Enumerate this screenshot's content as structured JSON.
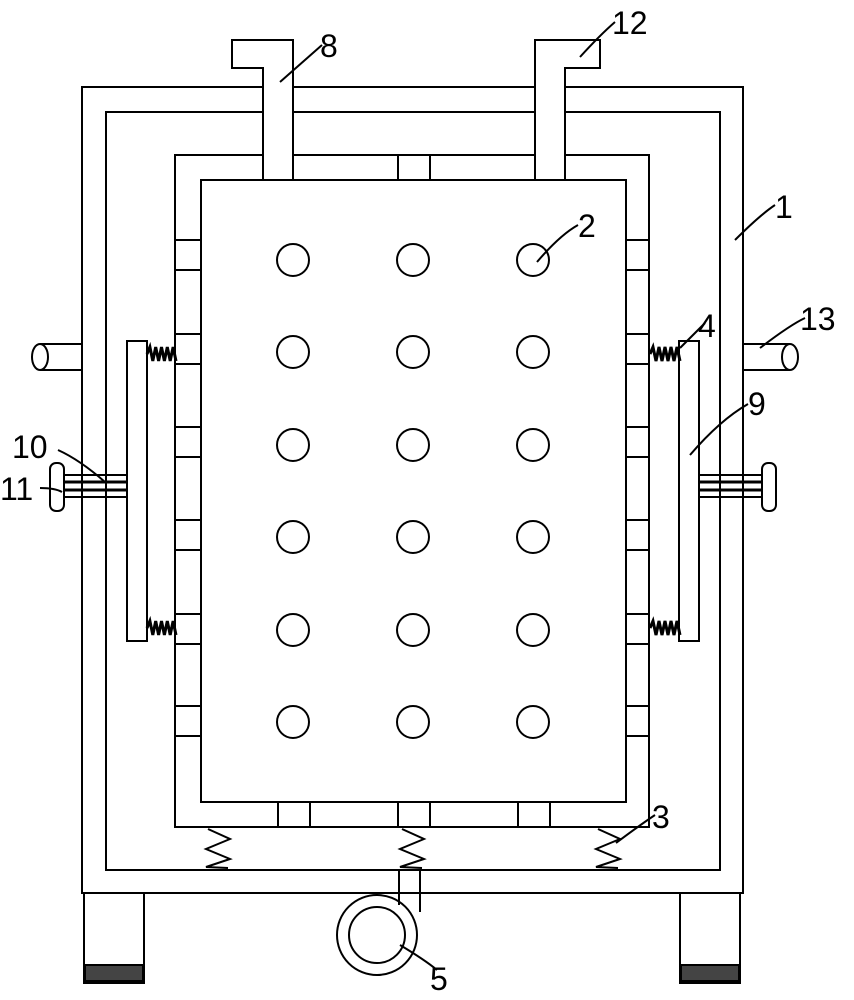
{
  "diagram": {
    "labels": [
      {
        "id": "label-1",
        "text": "1"
      },
      {
        "id": "label-2",
        "text": "2"
      },
      {
        "id": "label-3",
        "text": "3"
      },
      {
        "id": "label-4",
        "text": "4"
      },
      {
        "id": "label-5",
        "text": "5"
      },
      {
        "id": "label-8",
        "text": "8"
      },
      {
        "id": "label-9",
        "text": "9"
      },
      {
        "id": "label-10",
        "text": "10"
      },
      {
        "id": "label-11",
        "text": "11"
      },
      {
        "id": "label-12",
        "text": "12"
      },
      {
        "id": "label-13",
        "text": "13"
      }
    ],
    "hole_grid": {
      "rows": 6,
      "cols": 3
    }
  }
}
